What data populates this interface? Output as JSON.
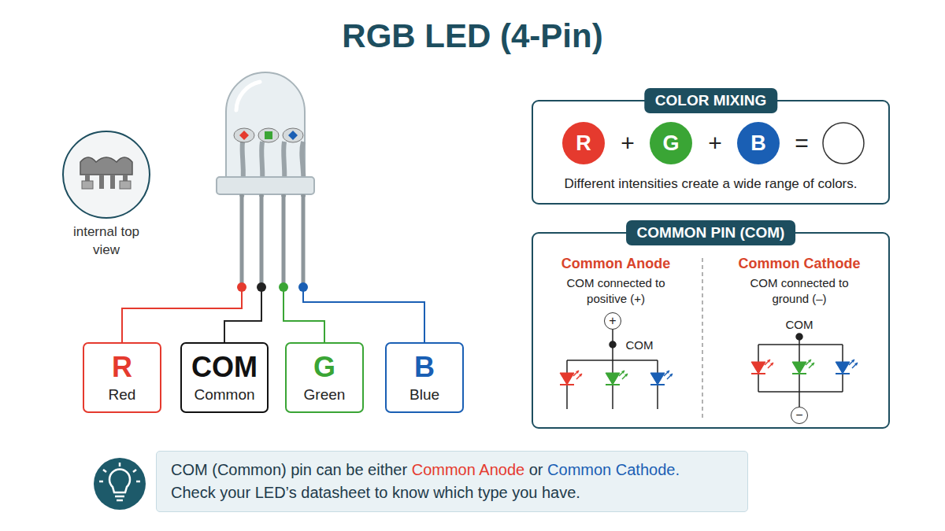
{
  "diagram": {
    "title": "RGB LED (4-Pin)",
    "nodes": [
      {
        "text": [
          "R",
          "Red"
        ]
      },
      {
        "text": [
          "COM",
          "Common"
        ]
      },
      {
        "text": [
          "G",
          "Green"
        ]
      },
      {
        "text": [
          "B",
          "Blue"
        ]
      },
      {
        "text": [
          "COLOR MIXING",
          "Different intensities create a wide range of colors."
        ]
      },
      {
        "text": [
          "R"
        ],
        "in": 4
      },
      {
        "text": [
          "G"
        ],
        "in": 4
      },
      {
        "text": [
          "B"
        ],
        "in": 4
      },
      {
        "text": [
          "COMMON PIN (COM)"
        ]
      },
      {
        "text": [
          "+"
        ],
        "in": 8
      },
      {
        "text": [
          "−"
        ],
        "in": 8
      },
      {
        "text": [
          "COM (Common) pin can be either",
          "Common Anode",
          "or",
          "Common Cathode.",
          "Check your LED’s datasheet to know which type you have."
        ]
      }
    ],
    "labels": [
      "internal top view",
      "+",
      "+",
      "=",
      "Common Anode",
      "COM connected to positive (+)",
      "COM",
      "Common Cathode",
      "COM connected to ground (–)",
      "COM"
    ]
  }
}
